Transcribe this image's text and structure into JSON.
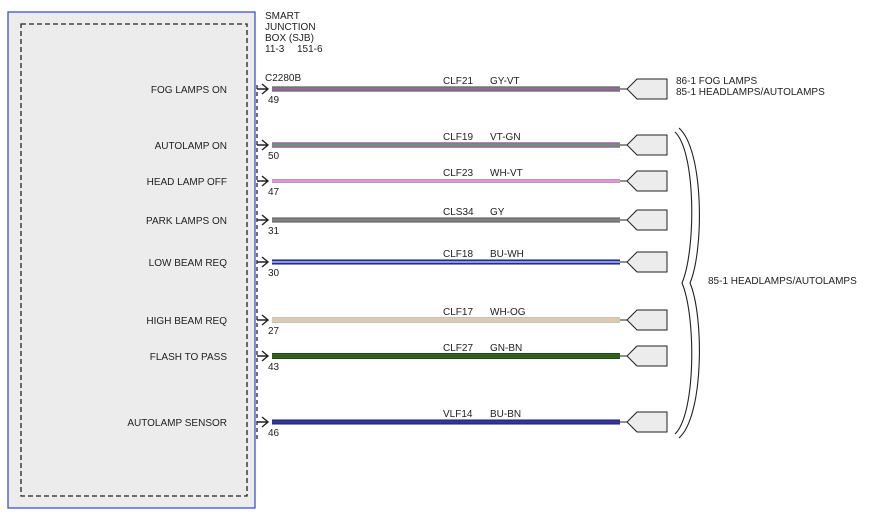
{
  "module": {
    "title_lines": [
      "SMART",
      "JUNCTION",
      "BOX (SJB)"
    ],
    "ref_left": "11-3",
    "ref_right": "151-6",
    "connector": "C2280B"
  },
  "circuits": [
    {
      "function": "FOG LAMPS ON",
      "pin": "49",
      "circuit": "CLF21",
      "color_code": "GY-VT",
      "wire_color": "#8a8a8a",
      "stripe_color": "#9b4fb0"
    },
    {
      "function": "AUTOLAMP ON",
      "pin": "50",
      "circuit": "CLF19",
      "color_code": "VT-GN",
      "wire_color": "#c07ad6",
      "stripe_color": "#4a9a4a"
    },
    {
      "function": "HEAD LAMP OFF",
      "pin": "47",
      "circuit": "CLF23",
      "color_code": "WH-VT",
      "wire_color": "#f3b8ee",
      "stripe_color": "#d46fd0"
    },
    {
      "function": "PARK LAMPS ON",
      "pin": "31",
      "circuit": "CLS34",
      "color_code": "GY",
      "wire_color": "#808080",
      "stripe_color": "#808080"
    },
    {
      "function": "LOW BEAM REQ",
      "pin": "30",
      "circuit": "CLF18",
      "color_code": "BU-WH",
      "wire_color": "#2233aa",
      "stripe_color": "#ffffff"
    },
    {
      "function": "HIGH BEAM REQ",
      "pin": "27",
      "circuit": "CLF17",
      "color_code": "WH-OG",
      "wire_color": "#ece6d8",
      "stripe_color": "#d9a878"
    },
    {
      "function": "FLASH TO PASS",
      "pin": "43",
      "circuit": "CLF27",
      "color_code": "GN-BN",
      "wire_color": "#2d6a1f",
      "stripe_color": "#4a3a1a"
    },
    {
      "function": "AUTOLAMP SENSOR",
      "pin": "46",
      "circuit": "VLF14",
      "color_code": "BU-BN",
      "wire_color": "#2a2fb0",
      "stripe_color": "#5a4a2a"
    }
  ],
  "destinations": {
    "fog": [
      "86-1  FOG LAMPS",
      "85-1  HEADLAMPS/AUTOLAMPS"
    ],
    "group": "85-1  HEADLAMPS/AUTOLAMPS"
  },
  "colors": {
    "module_border": "#3344cc",
    "module_fill": "#ececec",
    "line": "#222222"
  }
}
